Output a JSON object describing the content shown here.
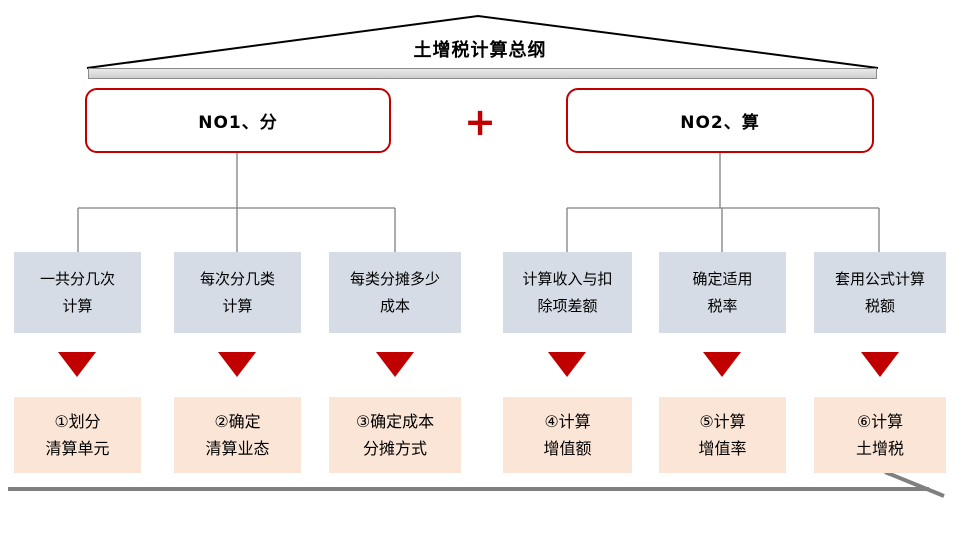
{
  "title": "土增税计算总纲",
  "plus_sign": "+",
  "branches": {
    "left": {
      "label": "NO1、分"
    },
    "right": {
      "label": "NO2、算"
    }
  },
  "columns": [
    {
      "question": "一共分几次\n计算",
      "step": "①划分\n清算单元"
    },
    {
      "question": "每次分几类\n计算",
      "step": "②确定\n清算业态"
    },
    {
      "question": "每类分摊多少\n成本",
      "step": "③确定成本\n分摊方式"
    },
    {
      "question": "计算收入与扣\n除项差额",
      "step": "④计算\n增值额"
    },
    {
      "question": "确定适用\n税率",
      "step": "⑤计算\n增值率"
    },
    {
      "question": "套用公式计算\n税额",
      "step": "⑥计算\n土增税"
    }
  ],
  "colors": {
    "accent_red": "#C00000",
    "question_bg": "#D6DCE5",
    "step_bg": "#FBE5D6",
    "line_gray": "#7F7F7F"
  }
}
